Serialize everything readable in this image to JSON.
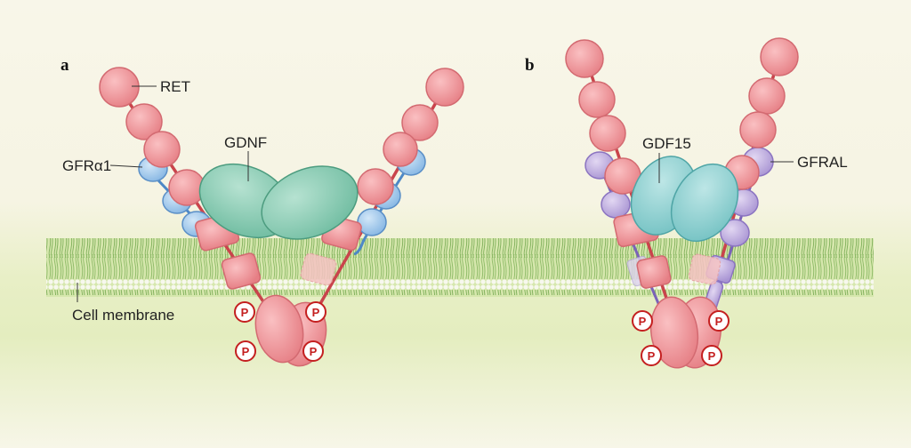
{
  "panels": {
    "a": {
      "letter": "a",
      "labels": {
        "ret": "RET",
        "gfra1": "GFRα1",
        "gdnf": "GDNF",
        "membrane": "Cell membrane"
      }
    },
    "b": {
      "letter": "b",
      "labels": {
        "gdf15": "GDF15",
        "gfral": "GFRAL"
      }
    }
  },
  "phospho_label": "P",
  "colors": {
    "ret": "#ee8b8f",
    "gfra1": "#a6cdee",
    "gdnf": "#86cdb4",
    "gdf15": "#8fd3d3",
    "gfral": "#c3b2e0",
    "membrane": "#8ebd6a",
    "phospho_ring": "#c41f1f"
  }
}
